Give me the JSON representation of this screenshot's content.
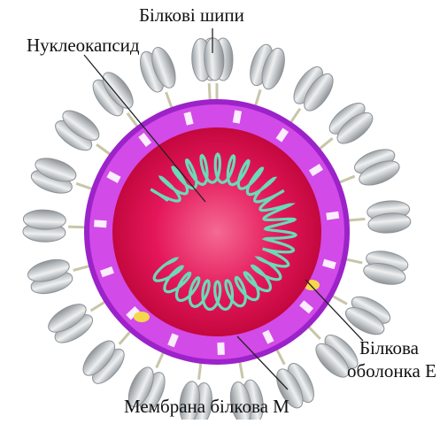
{
  "labels": {
    "spikes": "Білкові шипи",
    "nucleocapsid": "Нуклеокапсид",
    "envelope_line1": "Білкова",
    "envelope_line2": "оболонка Е",
    "membrane": "Мембрана білкова М"
  },
  "colors": {
    "envelope": "#d24ae8",
    "envelope_dark": "#9c22c9",
    "core": "#e0104f",
    "core_light": "#f24e7f",
    "helix": "#6cd9b8",
    "spike": "#cfd3d6",
    "spike_dark": "#8d9296",
    "stalk": "#c8c6a8",
    "e_protein": "#f4d84a"
  },
  "icons": {
    "virus": "coronavirus-virion-illustration"
  }
}
